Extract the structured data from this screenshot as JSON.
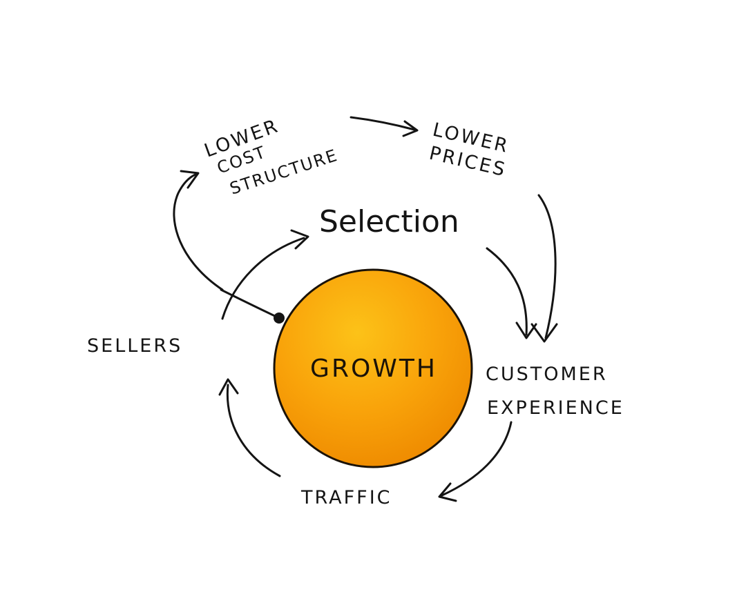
{
  "diagram": {
    "center": {
      "label": "GROWTH"
    },
    "nodes": {
      "lower_cost": {
        "line1": "LOWER",
        "line2": "COST",
        "line3": "STRUCTURE"
      },
      "lower_prices": {
        "line1": "LOWER",
        "line2": "PRICES"
      },
      "selection": {
        "label": "Selection"
      },
      "customer_experience": {
        "line1": "CUSTOMER",
        "line2": "EXPERIENCE"
      },
      "traffic": {
        "label": "TRAFFIC"
      },
      "sellers": {
        "label": "SELLERS"
      }
    },
    "colors": {
      "ink": "#141414",
      "circle_light": "#fcc218",
      "circle_mid": "#f9a30a",
      "circle_dark": "#ee8a00",
      "circle_outline": "#1a1208"
    }
  }
}
